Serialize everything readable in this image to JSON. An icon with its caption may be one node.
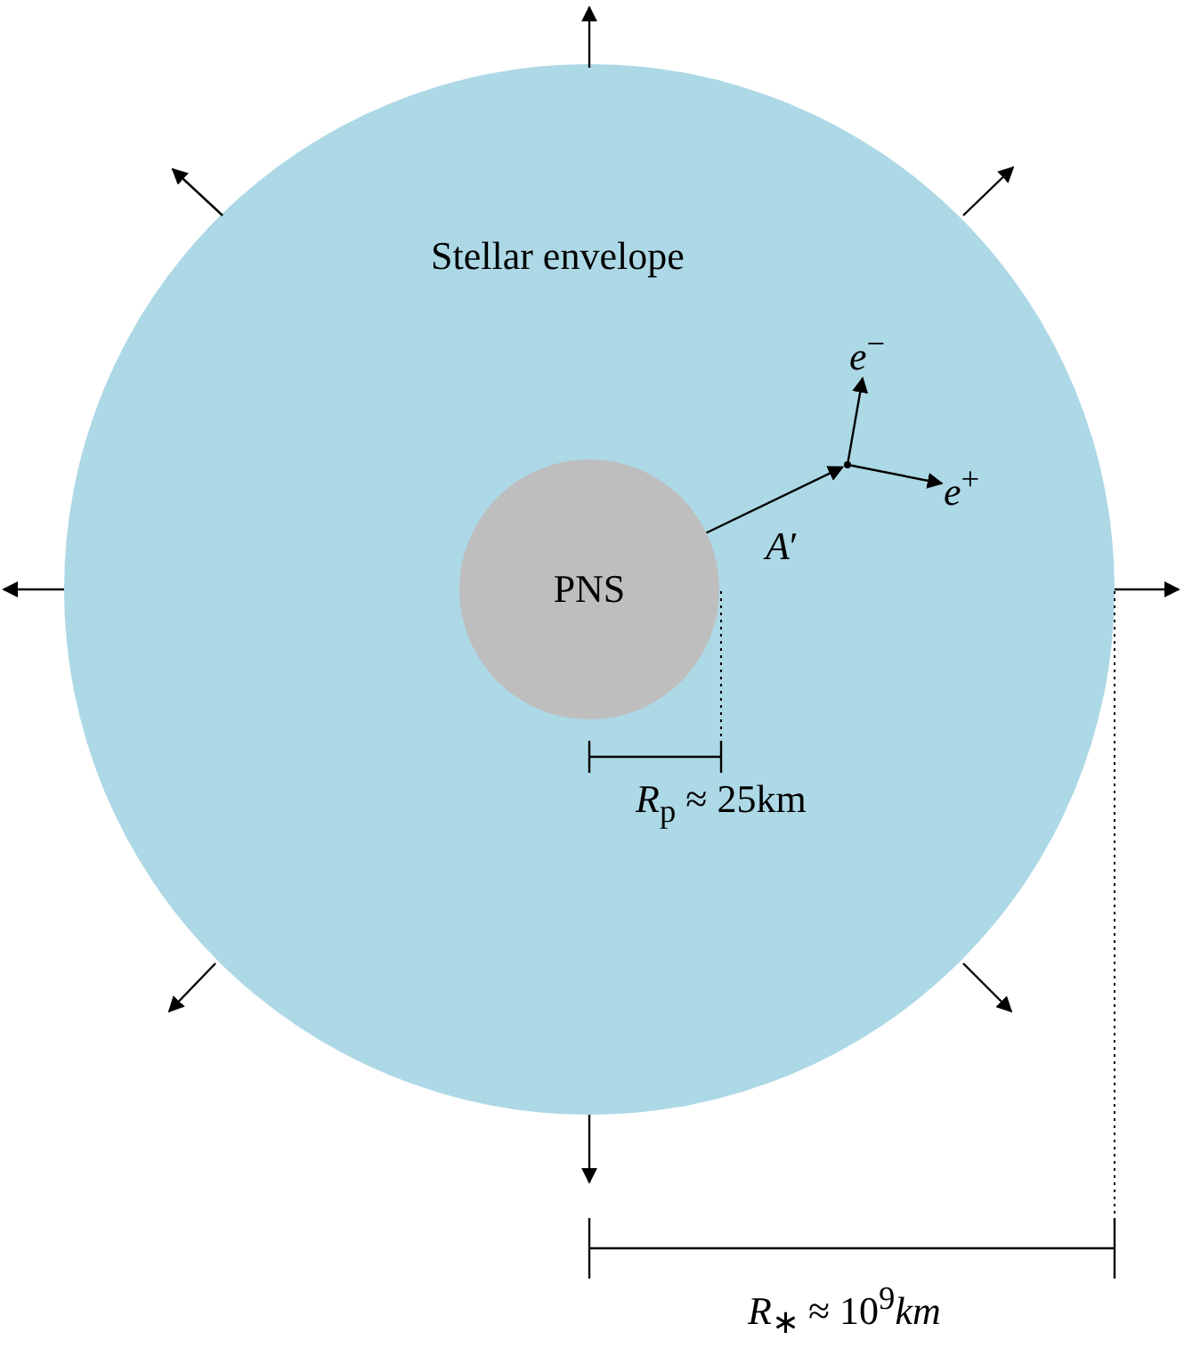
{
  "diagram": {
    "nodes": [
      {
        "text": [
          "Stellar envelope"
        ]
      },
      {
        "text": [
          "PNS"
        ],
        "in": 0
      },
      {
        "text": [],
        "shape": "point",
        "in": 0
      },
      {
        "text": [
          "*e*$^{−}$"
        ],
        "in": 0
      },
      {
        "text": [
          "*e*$^{+}$"
        ],
        "in": 0
      }
    ],
    "edges": [
      {
        "from": 1,
        "to": 2,
        "arrow": "to",
        "label": "*A*′"
      },
      {
        "from": 2,
        "to": 3,
        "arrow": "to"
      },
      {
        "from": 2,
        "to": 4,
        "arrow": "to"
      }
    ],
    "labels": [
      "*R*$_{p}$ ≈ 25km",
      "*R*$_{∗}$ ≈ 10$^{9}$*km*"
    ]
  }
}
